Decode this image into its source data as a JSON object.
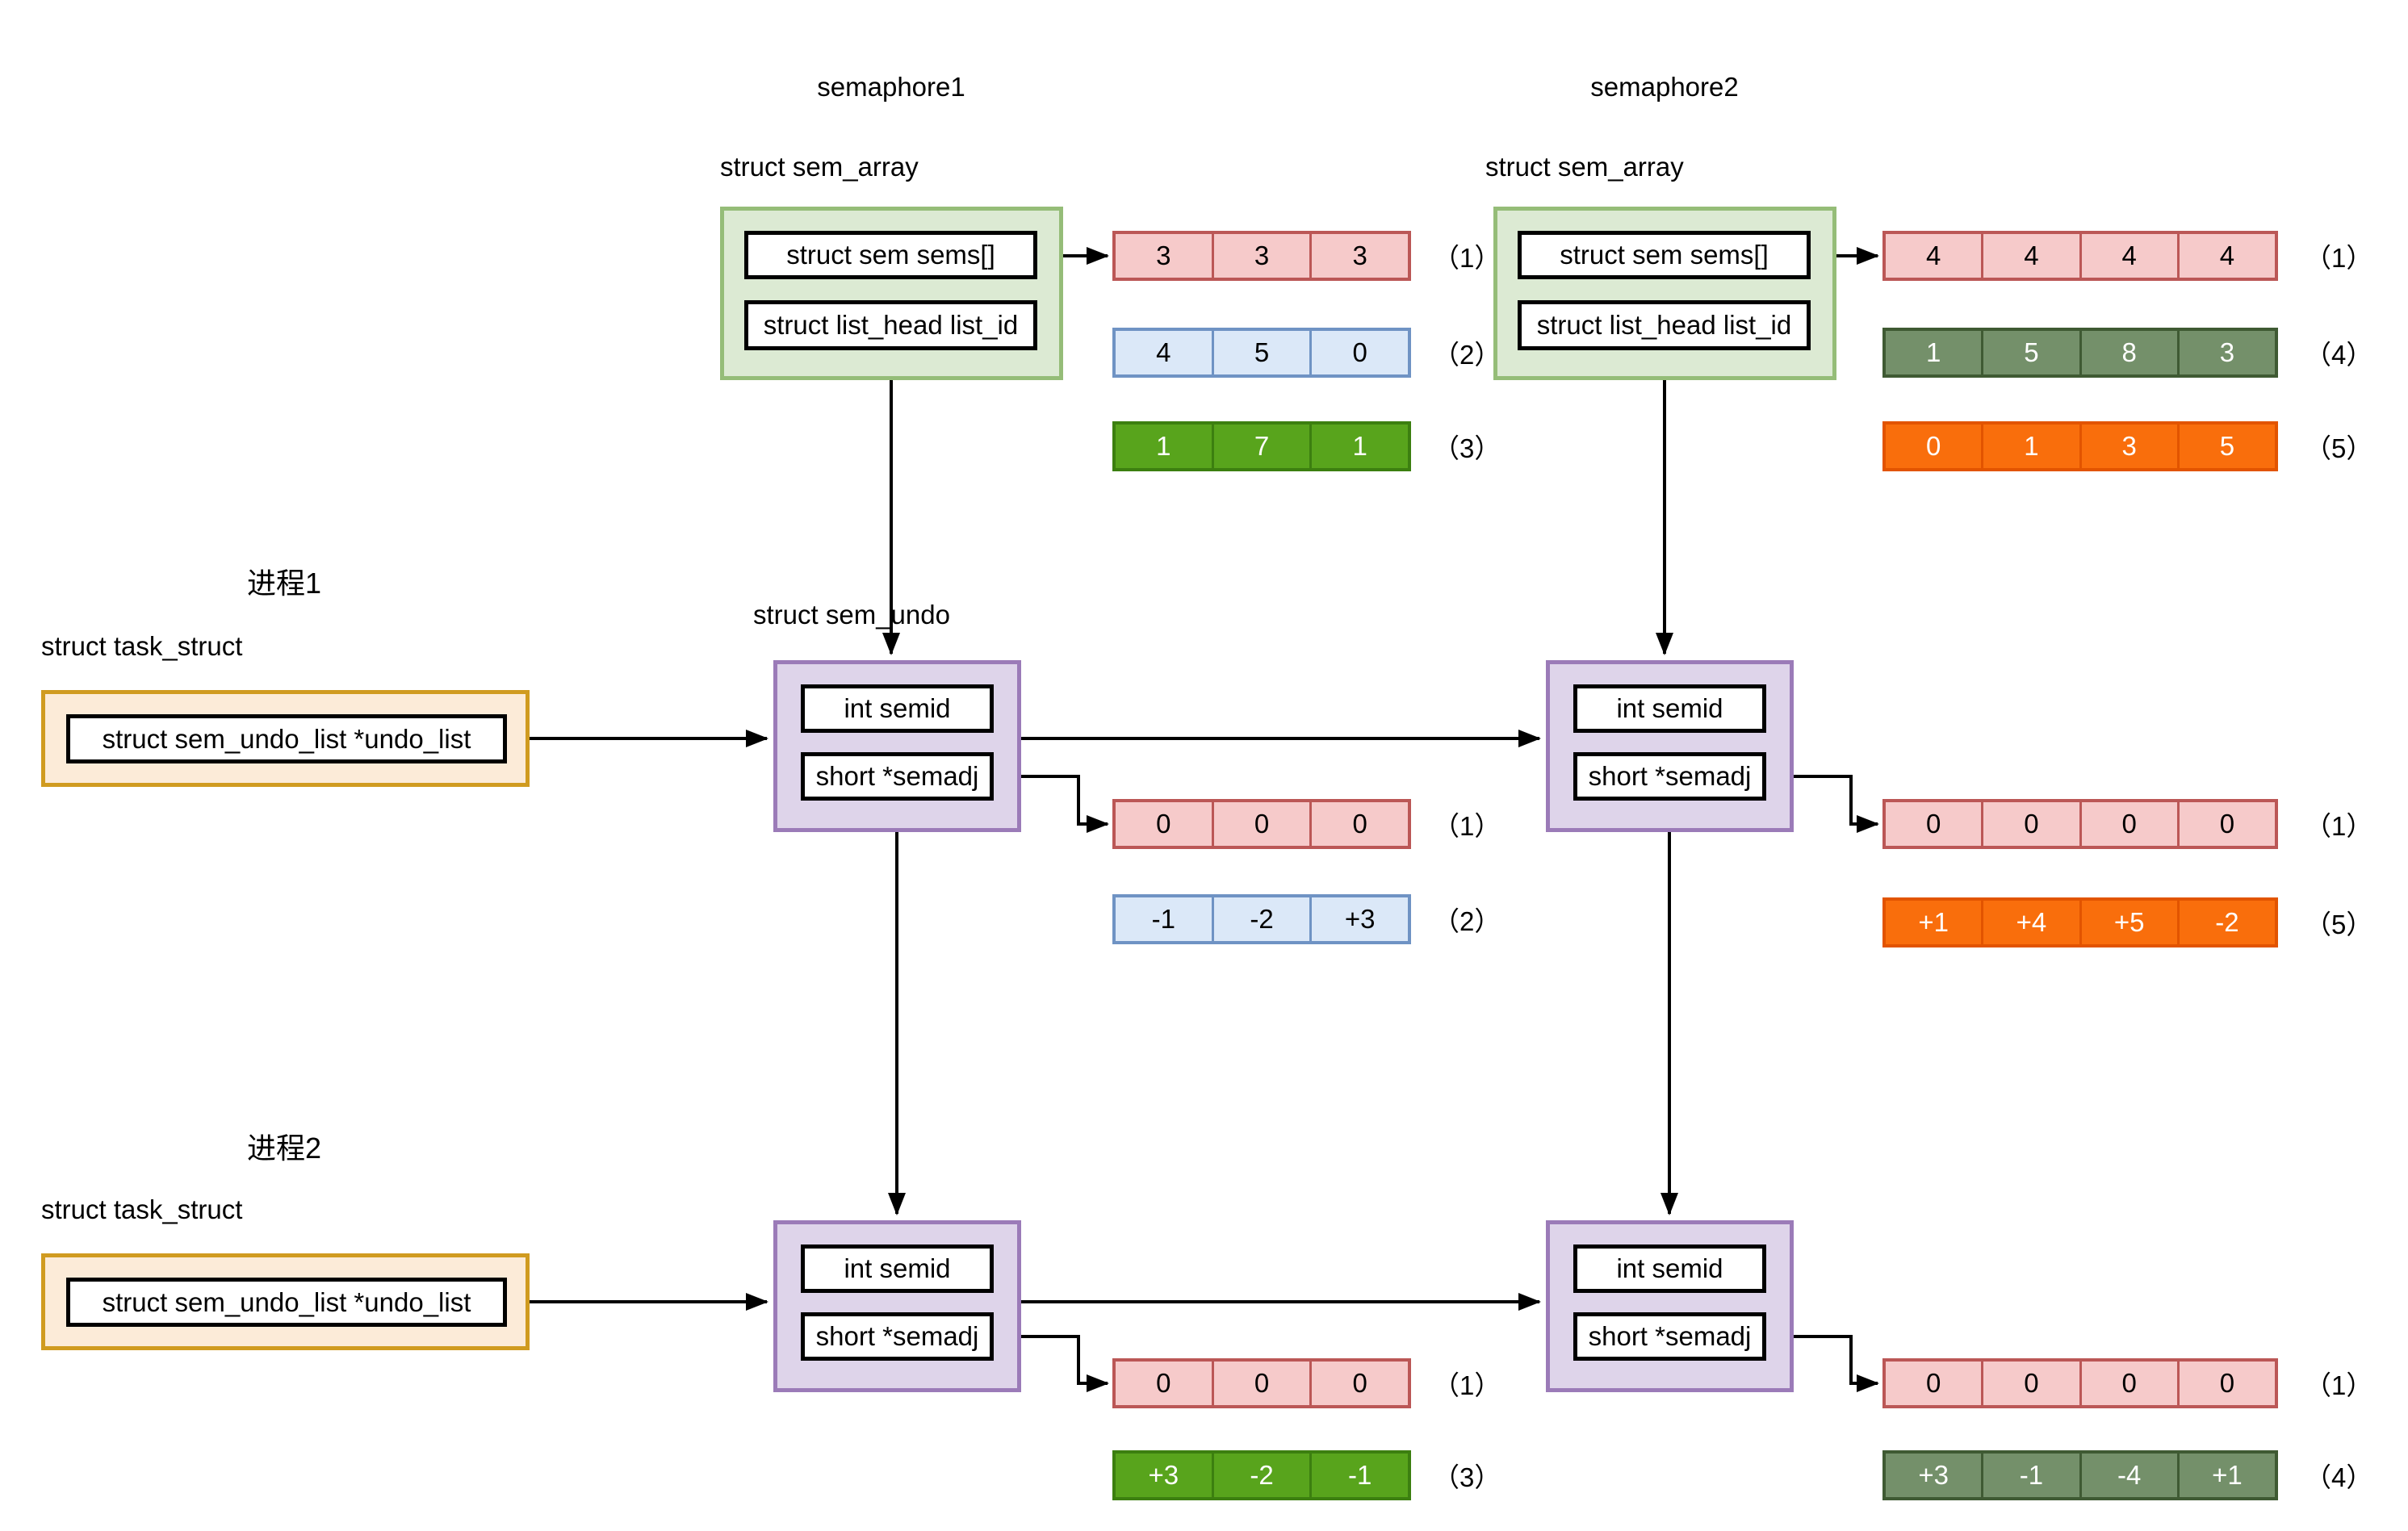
{
  "colors": {
    "pink-fill": "#f6caca",
    "pink-stroke": "#bb5756",
    "blue-fill": "#dbe8f8",
    "blue-stroke": "#6f93c4",
    "green-fill": "#58a41c",
    "green-stroke": "#3c7f10",
    "olive-fill": "#74906a",
    "olive-stroke": "#3f5a33",
    "orange-fill": "#f96e0c",
    "orange-stroke": "#e25400",
    "green-box-fill": "#dcead3",
    "green-box-stroke": "#95bd78",
    "orange-box-fill": "#fcebd8",
    "orange-box-stroke": "#d09b20",
    "purple-box-fill": "#ded4ea",
    "purple-box-stroke": "#9b7bb8",
    "wire": "#000000"
  },
  "sem_undo_label": "struct sem_undo",
  "semaphore1": {
    "title": "semaphore1",
    "struct_label": "struct sem_array",
    "fields": {
      "sems": "struct sem sems[]",
      "list_id": "struct list_head list_id"
    },
    "arrays": [
      {
        "values": [
          "3",
          "3",
          "3"
        ],
        "tag": "（1）",
        "style": "pink"
      },
      {
        "values": [
          "4",
          "5",
          "0"
        ],
        "tag": "（2）",
        "style": "blue"
      },
      {
        "values": [
          "1",
          "7",
          "1"
        ],
        "tag": "（3）",
        "style": "green"
      }
    ]
  },
  "semaphore2": {
    "title": "semaphore2",
    "struct_label": "struct sem_array",
    "fields": {
      "sems": "struct sem sems[]",
      "list_id": "struct list_head list_id"
    },
    "arrays": [
      {
        "values": [
          "4",
          "4",
          "4",
          "4"
        ],
        "tag": "（1）",
        "style": "pink"
      },
      {
        "values": [
          "1",
          "5",
          "8",
          "3"
        ],
        "tag": "（4）",
        "style": "olive"
      },
      {
        "values": [
          "0",
          "1",
          "3",
          "5"
        ],
        "tag": "（5）",
        "style": "orange"
      }
    ]
  },
  "process1": {
    "title": "进程1",
    "struct_label": "struct task_struct",
    "field": "struct sem_undo_list *undo_list"
  },
  "process2": {
    "title": "进程2",
    "struct_label": "struct task_struct",
    "field": "struct sem_undo_list *undo_list"
  },
  "undo_nodes": [
    {
      "fields": {
        "semid": "int semid",
        "semadj": "short *semadj"
      },
      "arrays": [
        {
          "values": [
            "0",
            "0",
            "0"
          ],
          "tag": "（1）",
          "style": "pink"
        },
        {
          "values": [
            "-1",
            "-2",
            "+3"
          ],
          "tag": "（2）",
          "style": "blue"
        }
      ]
    },
    {
      "fields": {
        "semid": "int semid",
        "semadj": "short *semadj"
      },
      "arrays": [
        {
          "values": [
            "0",
            "0",
            "0",
            "0"
          ],
          "tag": "（1）",
          "style": "pink"
        },
        {
          "values": [
            "+1",
            "+4",
            "+5",
            "-2"
          ],
          "tag": "（5）",
          "style": "orange"
        }
      ]
    },
    {
      "fields": {
        "semid": "int semid",
        "semadj": "short *semadj"
      },
      "arrays": [
        {
          "values": [
            "0",
            "0",
            "0"
          ],
          "tag": "（1）",
          "style": "pink"
        },
        {
          "values": [
            "+3",
            "-2",
            "-1"
          ],
          "tag": "（3）",
          "style": "green"
        }
      ]
    },
    {
      "fields": {
        "semid": "int semid",
        "semadj": "short *semadj"
      },
      "arrays": [
        {
          "values": [
            "0",
            "0",
            "0",
            "0"
          ],
          "tag": "（1）",
          "style": "pink"
        },
        {
          "values": [
            "+3",
            "-1",
            "-4",
            "+1"
          ],
          "tag": "（4）",
          "style": "olive"
        }
      ]
    }
  ]
}
